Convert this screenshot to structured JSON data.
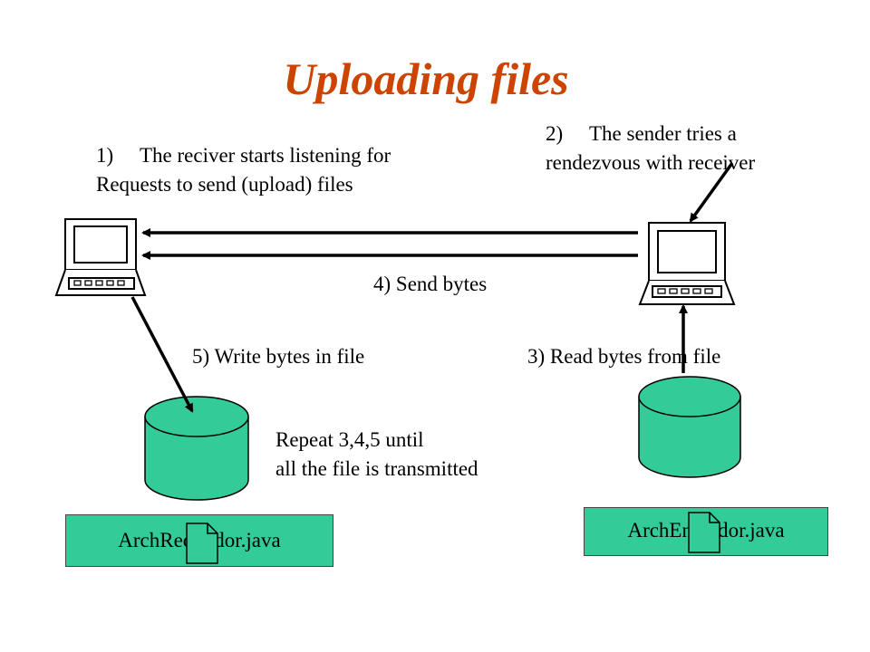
{
  "title": "Uploading files",
  "steps": {
    "step1": {
      "number": "1)",
      "line1": "The reciver starts listening for",
      "line2": "Requests to send (upload) files"
    },
    "step2": {
      "number": "2)",
      "line1": "The sender tries a",
      "line2": "rendezvous with receiver"
    },
    "step3": "3) Read bytes from file",
    "step4": "4) Send bytes",
    "step5": "5) Write bytes in file"
  },
  "repeat": {
    "line1": "Repeat 3,4,5 until",
    "line2": "all the file is transmitted"
  },
  "files": {
    "receiver": "ArchRecibidor.java",
    "sender": "ArchEnviador.java"
  },
  "colors": {
    "title": "#cc4400",
    "database": "#33cc99",
    "file_icon": "#33cc99"
  },
  "icons": {
    "receiver_computer": "computer-icon",
    "sender_computer": "computer-icon",
    "receiver_db": "database-icon",
    "sender_db": "database-icon",
    "file": "document-icon"
  }
}
